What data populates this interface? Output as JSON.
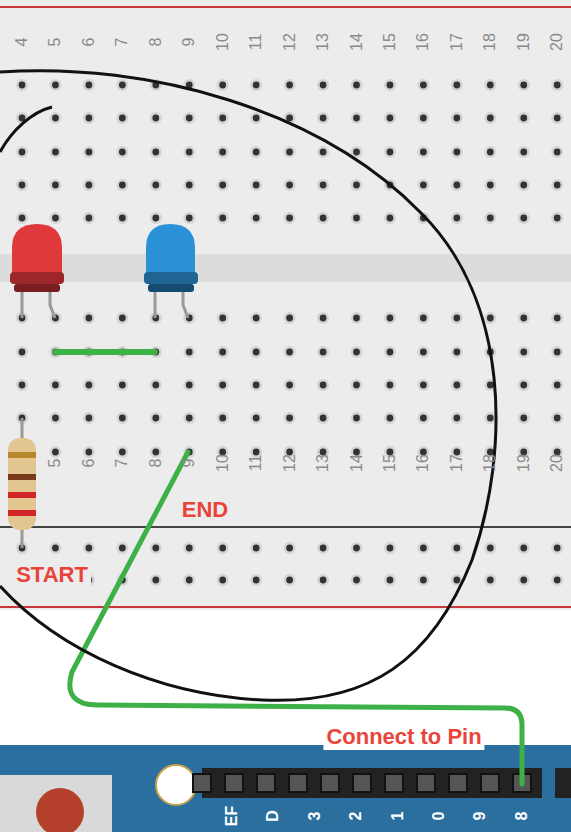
{
  "diagram": {
    "labels": [
      "4",
      "5",
      "6",
      "7",
      "8",
      "9",
      "10",
      "11",
      "12",
      "13",
      "14",
      "15",
      "16",
      "17",
      "18",
      "19",
      "20",
      "5",
      "6",
      "7",
      "8",
      "9",
      "10",
      "11",
      "12",
      "13",
      "14",
      "15",
      "16",
      "17",
      "18",
      "19",
      "20",
      "END",
      "START",
      "Connect to Pin",
      "EF",
      "D",
      "3",
      "2",
      "1",
      "0",
      "9",
      "8"
    ]
  }
}
